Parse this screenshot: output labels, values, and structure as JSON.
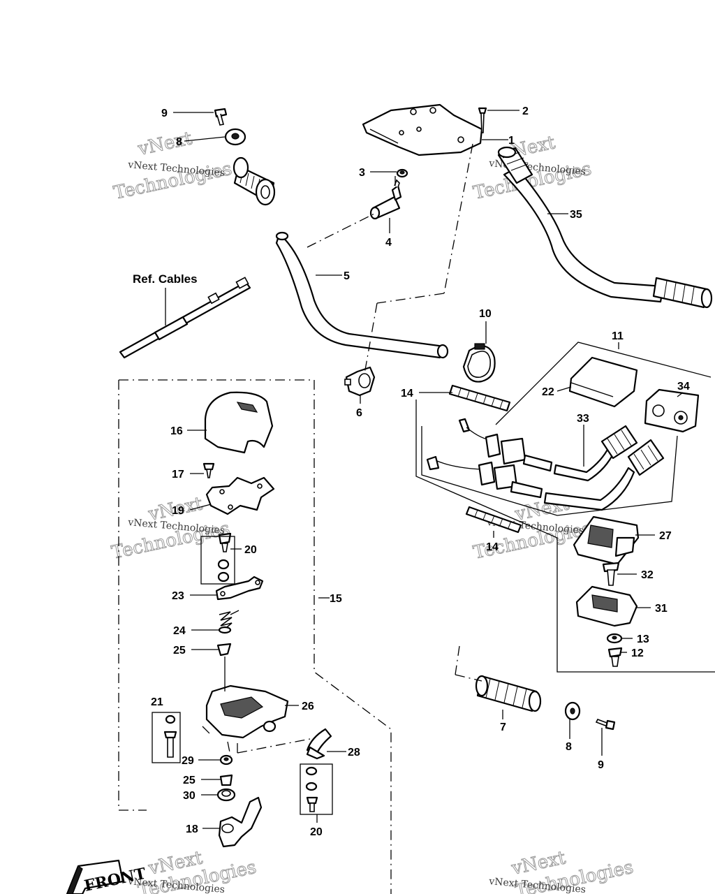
{
  "diagram": {
    "callouts": {
      "c1": "1",
      "c2": "2",
      "c3": "3",
      "c4": "4",
      "c5": "5",
      "c6": "6",
      "c7": "7",
      "c8_top": "8",
      "c8_bottom": "8",
      "c9_top": "9",
      "c9_bottom": "9",
      "c10": "10",
      "c11": "11",
      "c12": "12",
      "c13": "13",
      "c14_top": "14",
      "c14_bottom": "14",
      "c15": "15",
      "c16": "16",
      "c17": "17",
      "c18": "18",
      "c19": "19",
      "c20_top": "20",
      "c20_bottom": "20",
      "c21": "21",
      "c22": "22",
      "c23": "23",
      "c24": "24",
      "c25_top": "25",
      "c25_bottom": "25",
      "c26": "26",
      "c27": "27",
      "c28": "28",
      "c29": "29",
      "c30": "30",
      "c31": "31",
      "c32": "32",
      "c33": "33",
      "c34": "34",
      "c35": "35"
    },
    "ref_cables_label": "Ref. Cables",
    "front_label": "FRONT",
    "watermark": {
      "line1": "vNext",
      "line2": "Technologies",
      "small": "vNext Technologies"
    }
  }
}
